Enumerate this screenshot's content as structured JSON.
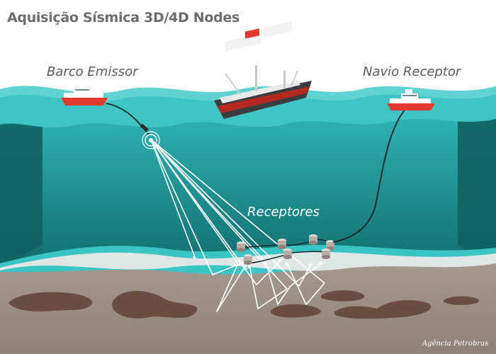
{
  "title": "Aquisição Sísmica 3D/4D Nodes",
  "labels": {
    "source_boat": "Barco Emissor",
    "receiver_ship": "Navio Receptor",
    "receivers": "Receptores"
  },
  "credit": "Agência Petrobras",
  "colors": {
    "title_text": "#6d6d6d",
    "label_text": "#5b5b5b",
    "sea_surface": "#3ec4c4",
    "water_body": "#1d8f8f",
    "seabed_band": "#3bc4c4",
    "sediment": "#9a8c82",
    "rock_lens": "#6b4c42",
    "signal_rays": "#ffffff",
    "boat_hull": "#e23a2f"
  },
  "icons": [
    "source-boat-icon",
    "central-ship-icon",
    "receiver-ship-icon",
    "airgun-source-icon",
    "seabed-node-icon"
  ]
}
